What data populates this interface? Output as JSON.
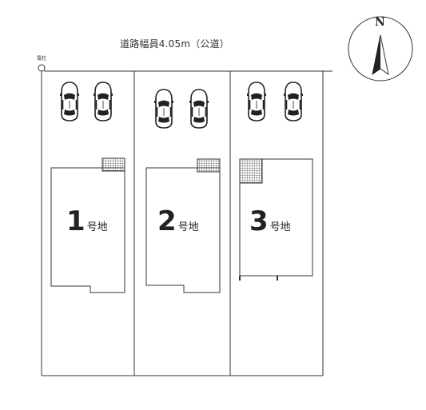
{
  "road": {
    "label": "道路幅員4.05m（公道）"
  },
  "pole": {
    "label": "電柱"
  },
  "compass": {
    "label": "N"
  },
  "lots": [
    {
      "number": "1",
      "suffix": "号地"
    },
    {
      "number": "2",
      "suffix": "号地"
    },
    {
      "number": "3",
      "suffix": "号地"
    }
  ],
  "colors": {
    "line": "#333333",
    "hatch": "#555555"
  }
}
